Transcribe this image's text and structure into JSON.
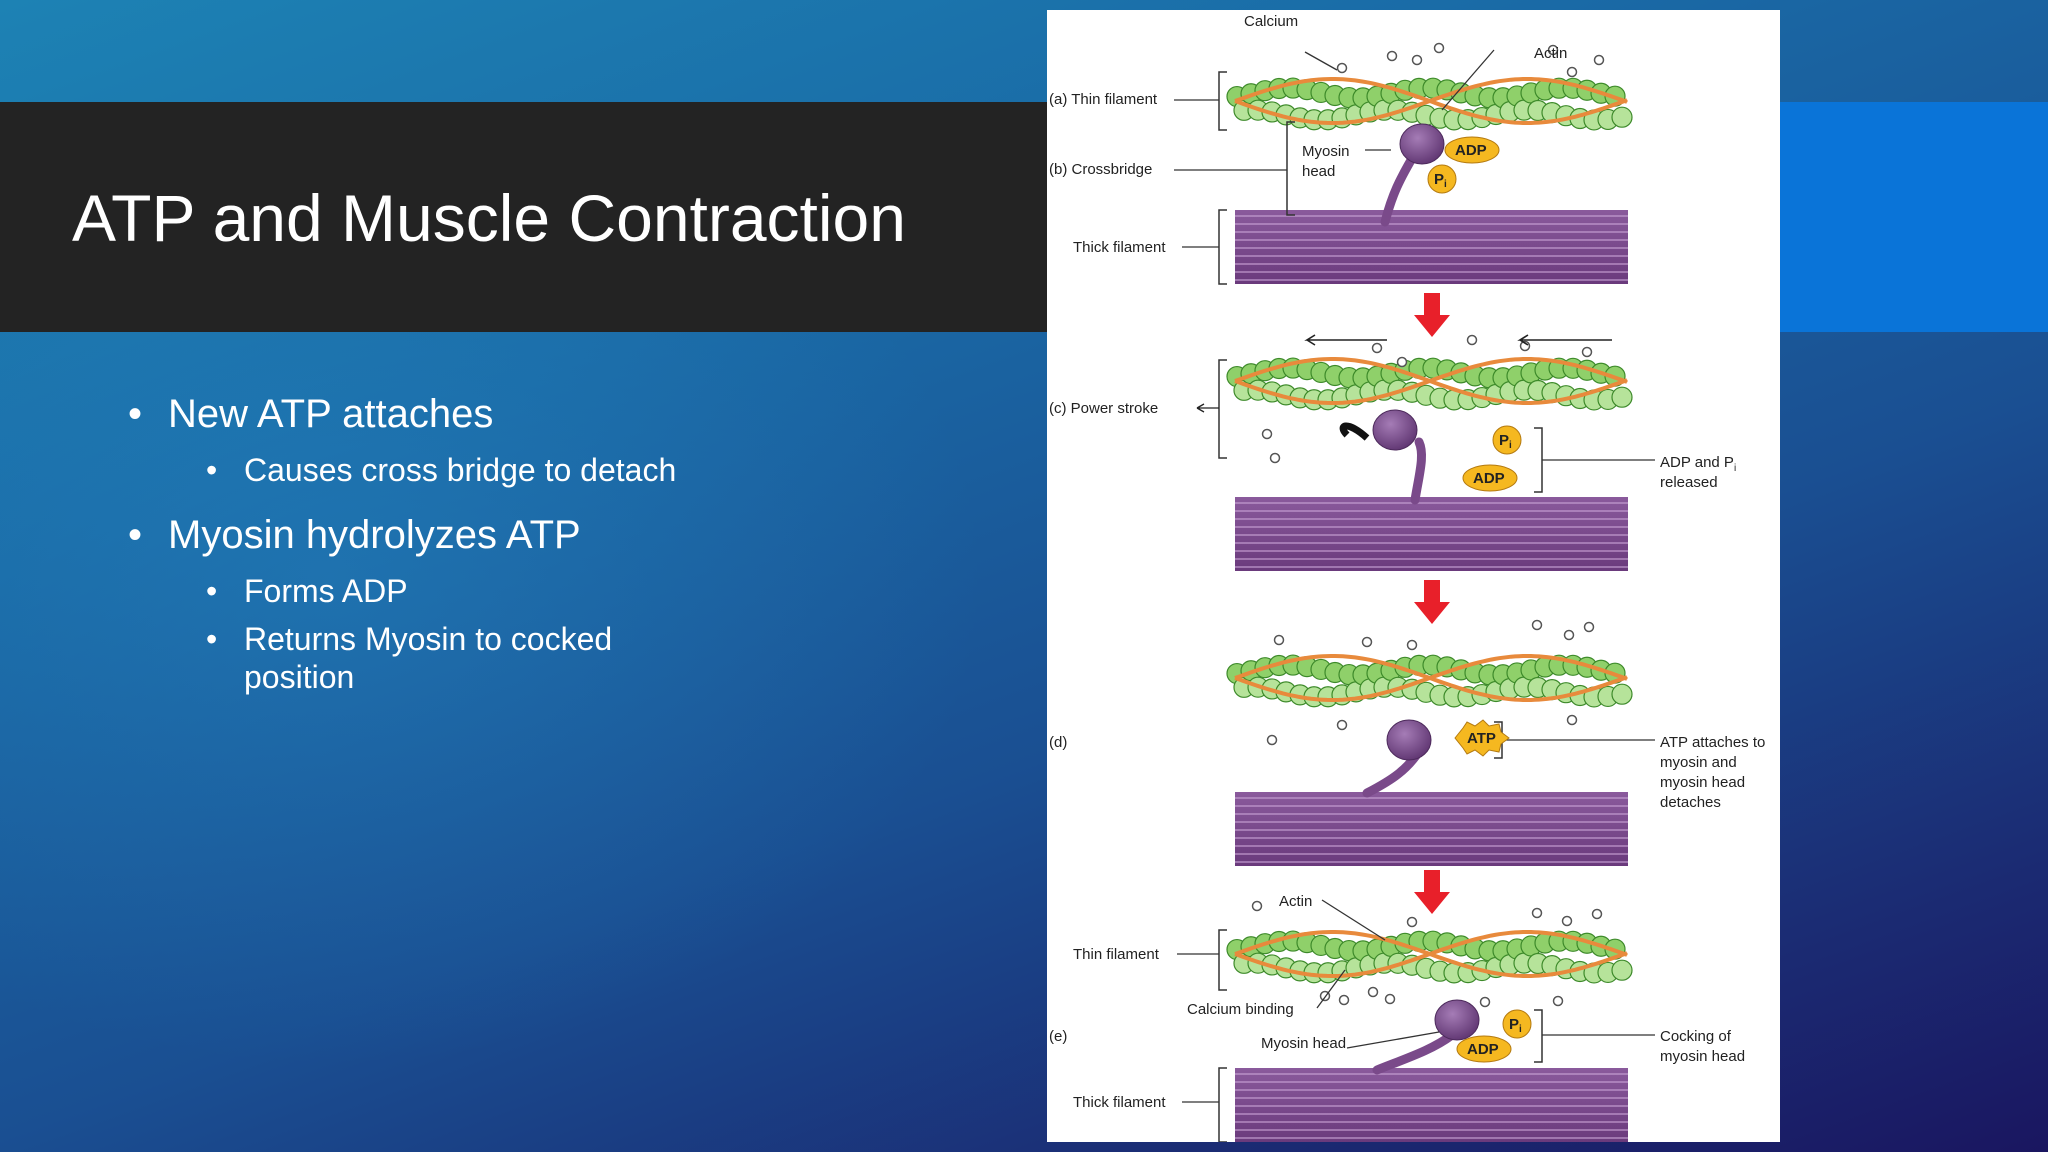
{
  "slide": {
    "title": "ATP and Muscle Contraction",
    "bullets": [
      {
        "text": "New ATP attaches",
        "sub": [
          "Causes cross bridge to detach"
        ]
      },
      {
        "text": "Myosin hydrolyzes ATP",
        "sub": [
          "Forms ADP",
          "Returns Myosin to cocked position"
        ]
      }
    ]
  },
  "figure": {
    "labels": {
      "calcium": "Calcium",
      "actin": "Actin",
      "a_thin_filament": "(a) Thin filament",
      "b_crossbridge": "(b) Crossbridge",
      "myosin_head_1": "Myosin",
      "myosin_head_2": "head",
      "thick_filament": "Thick filament",
      "c_power_stroke": "(c) Power stroke",
      "adp_pi_released_1": "ADP and P",
      "adp_pi_released_sub": "i",
      "adp_pi_released_2": "released",
      "d_label": "(d)",
      "atp_attaches_1": "ATP attaches to",
      "atp_attaches_2": "myosin and",
      "atp_attaches_3": "myosin head",
      "atp_attaches_4": "detaches",
      "actin_e": "Actin",
      "thin_filament_e": "Thin filament",
      "calcium_binding": "Calcium binding",
      "e_label": "(e)",
      "myosin_head_e": "Myosin head",
      "cocking_1": "Cocking of",
      "cocking_2": "myosin head",
      "thick_filament_e": "Thick filament"
    },
    "chips": {
      "adp": "ADP",
      "pi": "P",
      "pi_sub": "i",
      "atp": "ATP"
    }
  },
  "colors": {
    "title_bar": "#232323",
    "accent": "#0a74d8",
    "actin_green": "#8fd06a",
    "tropomyosin": "#e88a3c",
    "myosin_purple": "#7a4a8a",
    "arrow_red": "#e8202a",
    "chip_yellow": "#f5b820"
  }
}
